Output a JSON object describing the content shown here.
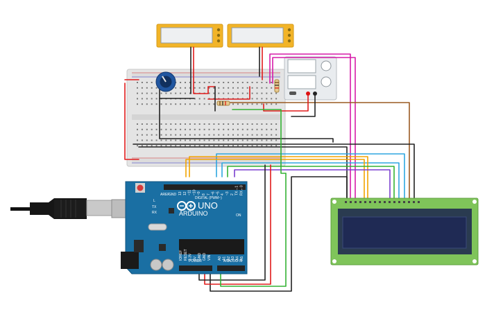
{
  "arduino": {
    "brand_text": "ARDUINO",
    "model_text": "UNO",
    "digital_header": "DIGITAL (PWM~)",
    "power_header": "POWER",
    "analog_header": "ANALOG IN",
    "aref_label": "AREF",
    "gnd_label": "GND",
    "on_label": "ON",
    "l_label": "L",
    "tx_label": "TX",
    "rx_label": "RX",
    "digital_pins": [
      "13",
      "12",
      "~11",
      "~10",
      "~9",
      "8",
      "7",
      "~6",
      "~5",
      "4",
      "~3",
      "2",
      "TX→1",
      "RX←0"
    ],
    "power_pins": [
      "IOREF",
      "RESET",
      "3.3V",
      "5V",
      "GND",
      "GND",
      "VIN"
    ],
    "analog_pins": [
      "A0",
      "A1",
      "A2",
      "A3",
      "A4",
      "A5"
    ]
  },
  "colors": {
    "board_blue": "#1a6fa3",
    "breadboard": "#e8e8e8",
    "lcd_green": "#7fc45a",
    "lcd_screen": "#1f2a54",
    "wire_red": "#e01b1b",
    "wire_black": "#222222",
    "wire_green": "#33b233",
    "wire_blue": "#2ea6e0",
    "wire_pink": "#d61ba8",
    "wire_orange": "#f2a400",
    "wire_brown": "#9a5a22",
    "wire_purple": "#7a3fcf",
    "meter_yellow": "#f2b428"
  },
  "icons": [
    "arduino-logo-icon",
    "usb-plug-icon",
    "potentiometer-icon",
    "resistor-icon",
    "reset-button-icon"
  ]
}
